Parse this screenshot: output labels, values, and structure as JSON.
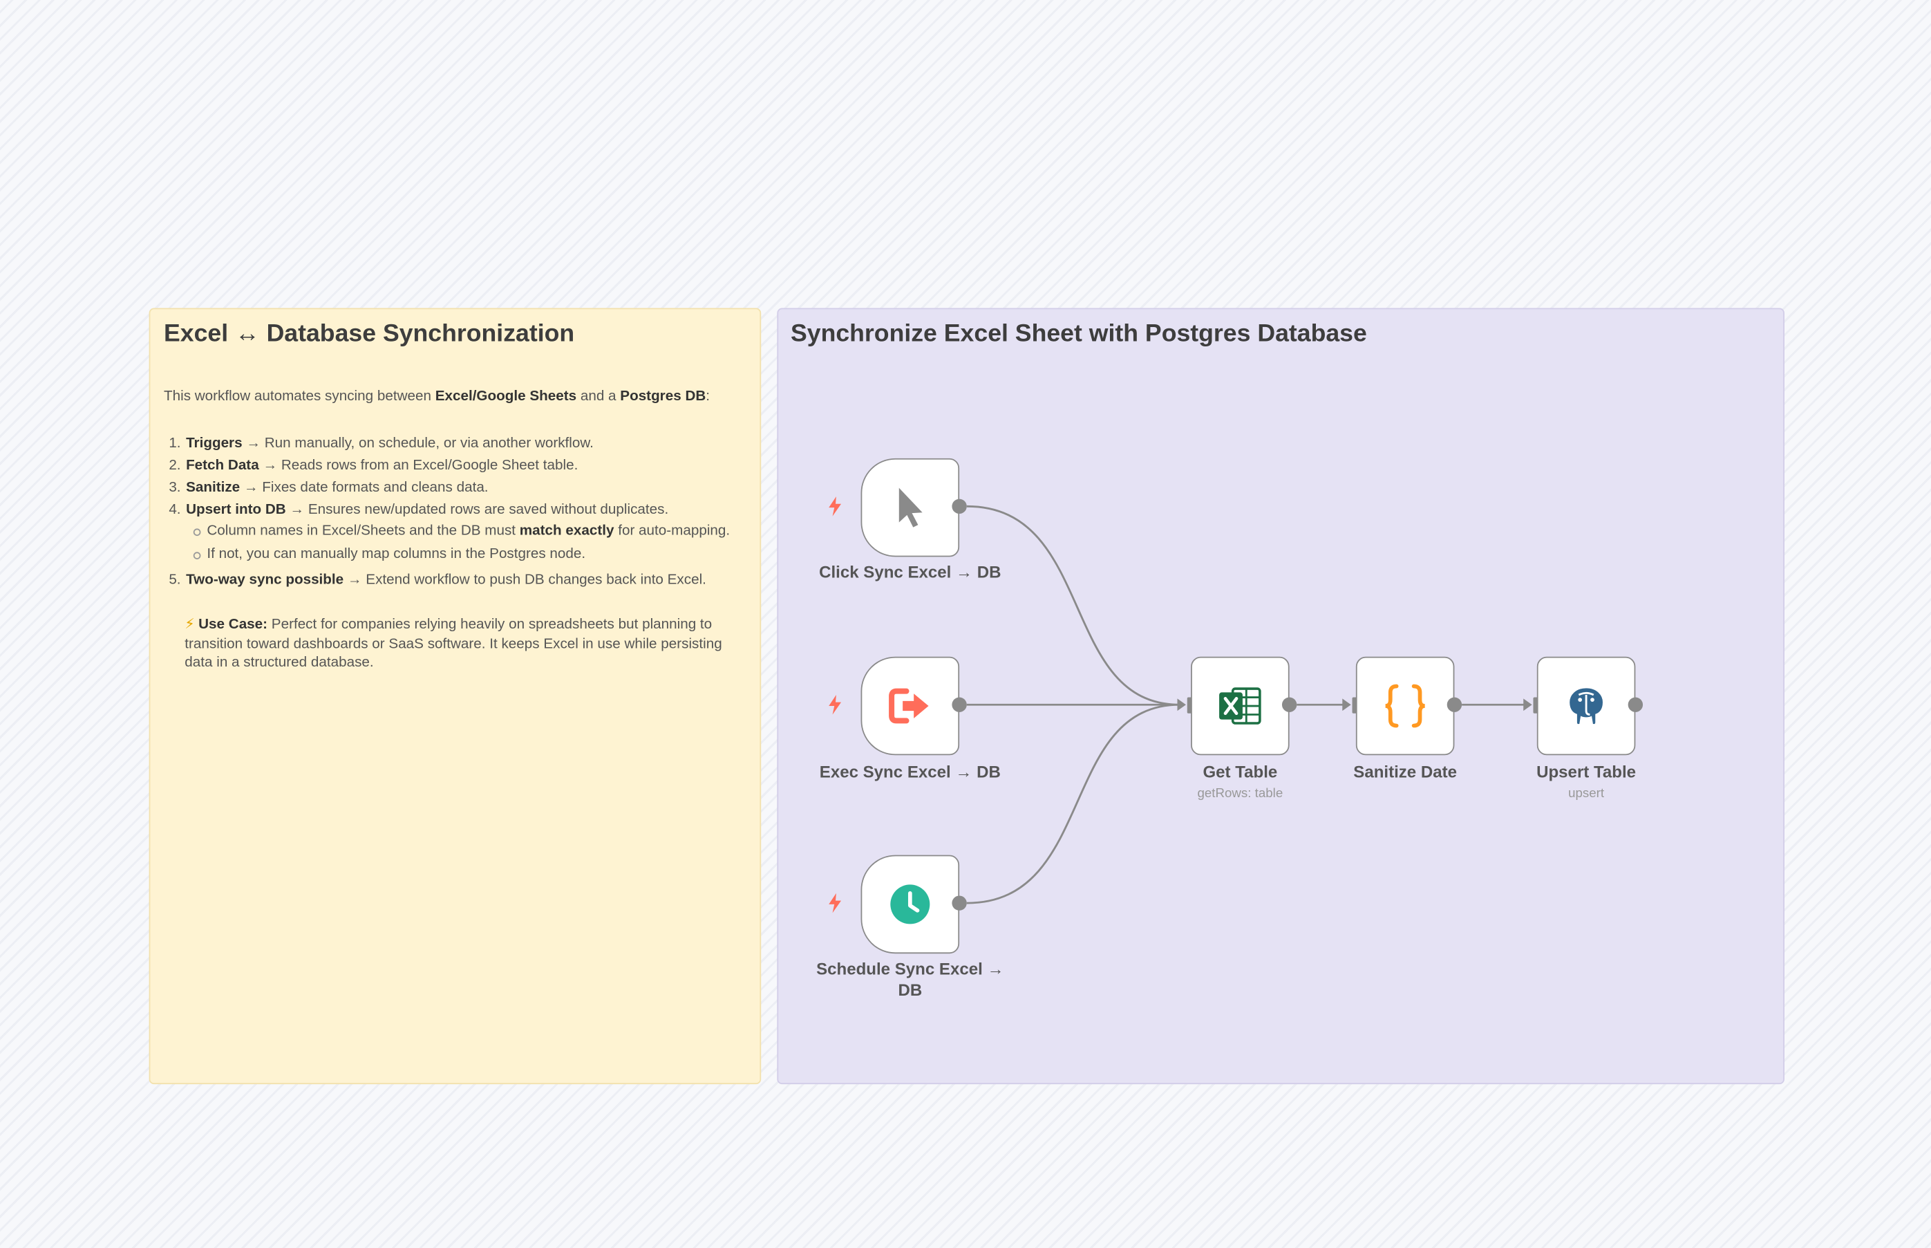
{
  "note": {
    "title": "Excel ↔ Database Synchronization",
    "intro": {
      "pre": "This workflow automates syncing between ",
      "bold1": "Excel/Google Sheets",
      "mid": " and a ",
      "bold2": "Postgres DB",
      "post": ":"
    },
    "steps": [
      {
        "bold": "Triggers",
        "text": " → Run manually, on schedule, or via another workflow."
      },
      {
        "bold": "Fetch Data",
        "text": " → Reads rows from an Excel/Google Sheet table."
      },
      {
        "bold": "Sanitize",
        "text": " → Fixes date formats and cleans data."
      },
      {
        "bold": "Upsert into DB",
        "text": " → Ensures new/updated rows are saved without duplicates."
      },
      {
        "bold": "Two-way sync possible",
        "text": " → Extend workflow to push DB changes back into Excel."
      }
    ],
    "sub_points": {
      "a_pre": "Column names in Excel/Sheets and the DB must ",
      "a_bold": "match exactly",
      "a_post": " for auto-mapping.",
      "b": "If not, you can manually map columns in the Postgres node."
    },
    "usecase": {
      "emoji": "⚡",
      "bold": "Use Case:",
      "text": " Perfect for companies relying heavily on spreadsheets but planning to transition toward dashboards or SaaS software. It keeps Excel in use while persisting data in a structured database."
    }
  },
  "group": {
    "title": "Synchronize Excel Sheet with Postgres Database"
  },
  "nodes": {
    "click": {
      "label": "Click Sync Excel → DB",
      "icon": "cursor-icon"
    },
    "exec": {
      "label": "Exec Sync Excel → DB",
      "icon": "sign-in-arrow-icon"
    },
    "schedule": {
      "label": "Schedule Sync Excel → DB",
      "icon": "clock-icon"
    },
    "get_table": {
      "label": "Get Table",
      "subtitle": "getRows: table",
      "icon": "excel-icon"
    },
    "sanitize": {
      "label": "Sanitize Date",
      "icon": "code-braces-icon"
    },
    "upsert": {
      "label": "Upsert Table",
      "subtitle": "upsert",
      "icon": "postgres-elephant-icon"
    }
  },
  "colors": {
    "note_bg": "#fef3d2",
    "group_bg": "#e5e2f4",
    "trigger_bolt": "#ff6d5a",
    "exec_icon": "#ff6d5a",
    "clock_icon": "#29b89a",
    "excel_green": "#1d7044",
    "braces_orange": "#ff9922",
    "postgres_blue": "#336791",
    "edge": "#8a8a8a"
  }
}
